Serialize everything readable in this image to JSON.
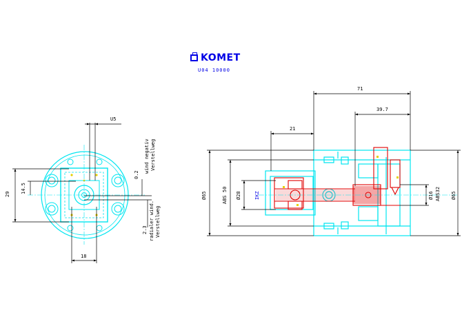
{
  "brand": {
    "name": "KOMET",
    "code": "U04 10000",
    "color": "#0000e6"
  },
  "colors": {
    "cyan": "#00e5f0",
    "red": "#e00000",
    "dim": "#000000",
    "blue": "#0000e6"
  },
  "front_view": {
    "dim_width_top": "U5",
    "dim_height": "29",
    "dim_height_inner": "14.5",
    "dim_bottom": "18",
    "dim_neg": "0.2",
    "note_neg_1": "wind negativ",
    "note_neg_2": "Verstellweg",
    "dim_rad": "2.3",
    "note_rad_1": "radialer wind.",
    "note_rad_2": "Verstellweg"
  },
  "side_view": {
    "dim_total": "71",
    "dim_right": "39.7",
    "dim_left": "21",
    "dia_outer_left": "Ø65",
    "dia_abs50": "ABS 50",
    "dia_28": "Ø28",
    "label_ikz": "IKZ",
    "dia_16": "Ø16",
    "dia_abs32": "ABS32",
    "dia_outer_right": "Ø65"
  }
}
